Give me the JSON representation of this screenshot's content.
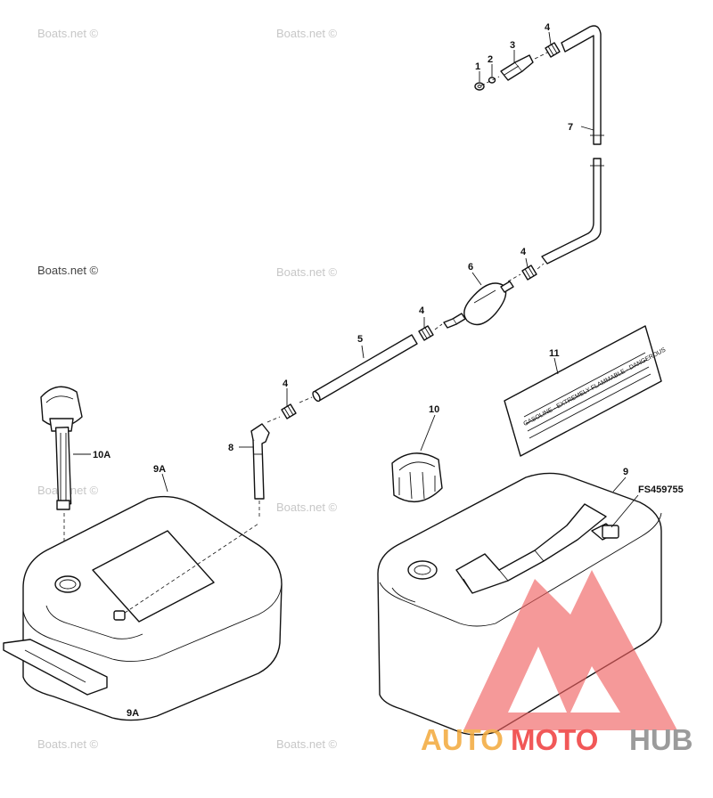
{
  "diagram": {
    "callouts": {
      "c1": "1",
      "c2": "2",
      "c3": "3",
      "c4a": "4",
      "c7": "7",
      "c4b": "4",
      "c6": "6",
      "c4c": "4",
      "c5": "5",
      "c4d": "4",
      "c11": "11",
      "c10": "10",
      "c8": "8",
      "c10a": "10A",
      "c9a": "9A",
      "c9": "9"
    },
    "part_number": "FS459755",
    "warning_label": {
      "line1": "GASOLINE · EXTREMELY FLAMMABLE · DANGEROUS"
    },
    "watermark": "Boats.net ©",
    "logo": {
      "auto": "AUTO",
      "moto": "MOTO",
      "hub": "HUB",
      "colors": {
        "auto": "#f3a93a",
        "moto": "#ef3b3b",
        "hub": "#8a8a8a",
        "triangle": "#f06060"
      }
    }
  }
}
